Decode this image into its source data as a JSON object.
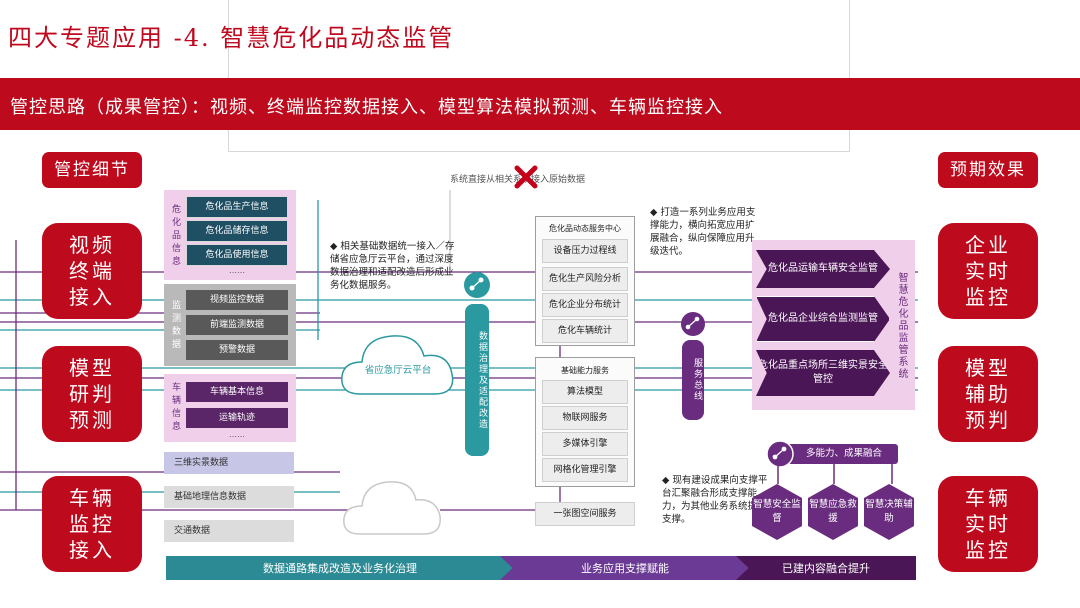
{
  "title": "四大专题应用 -4. 智慧危化品动态监管",
  "banner": "管控思路（成果管控）：视频、终端监控数据接入、模型算法模拟预测、车辆监控接入",
  "left_header": "管控细节",
  "right_header": "预期效果",
  "left_items": [
    "视频\n终端\n接入",
    "模型\n研判\n预测",
    "车辆\n监控\n接入"
  ],
  "right_items": [
    "企业\n实时\n监控",
    "模型\n辅助\n预判",
    "车辆\n实时\n监控"
  ],
  "top_note": "系统直接从相关系统接入原始数据",
  "hazmat_panel": {
    "label": "危化品信息",
    "items": [
      "危化品生产信息",
      "危化品储存信息",
      "危化品使用信息"
    ],
    "dots": "……"
  },
  "monitor_panel": {
    "label": "监测数据",
    "items": [
      "视频监控数据",
      "前端监测数据",
      "预警数据"
    ]
  },
  "vehicle_panel": {
    "label": "车辆信息",
    "items": [
      "车辆基本信息",
      "运输轨迹"
    ],
    "dots": "……"
  },
  "lower_boxes": [
    "三维实景数据",
    "基础地理信息数据",
    "交通数据"
  ],
  "note_left": "相关基础数据统一接入／存储省应急厅云平台，通过深度数据治理和适配改造后形成业务化数据服务。",
  "cloud_label": "省应急厅云平台",
  "data_pill": "数据治理及适配改造",
  "center_top": {
    "header": "危化品动态服务中心",
    "items": [
      "设备压力过程线",
      "危化生产风险分析",
      "危化企业分布统计",
      "危化车辆统计"
    ]
  },
  "center_bottom": {
    "header": "基础能力服务",
    "items": [
      "算法模型",
      "物联网服务",
      "多媒体引擎",
      "网格化管理引擎"
    ]
  },
  "one_map": "一张图空间服务",
  "service_bus": "服务总线",
  "note_right_top": "打造一系列业务应用支撑能力，横向拓宽应用扩展融合，纵向保障应用升级迭代。",
  "note_right_bottom": "现有建设成果向支撑平台汇聚融合形成支撑能力，为其他业务系统提供支撑。",
  "system_panel": {
    "label": "智慧危化品监管系统",
    "items": [
      "危化品运输车辆安全监管",
      "危化品企业综合监测监管",
      "危化品重点场所三维实景安全管控"
    ]
  },
  "fusion_label": "多能力、成果融合",
  "hex_items": [
    "智慧安全监督",
    "智慧应急救援",
    "智慧决策辅助"
  ],
  "bottom_bar": [
    "数据通路集成改造及业务化治理",
    "业务应用支撑赋能",
    "已建内容融合提升"
  ],
  "colors": {
    "red": "#be0a1d",
    "teal": "#2b99a0",
    "purple": "#6a2c7f",
    "dark_purple": "#4b1656"
  }
}
